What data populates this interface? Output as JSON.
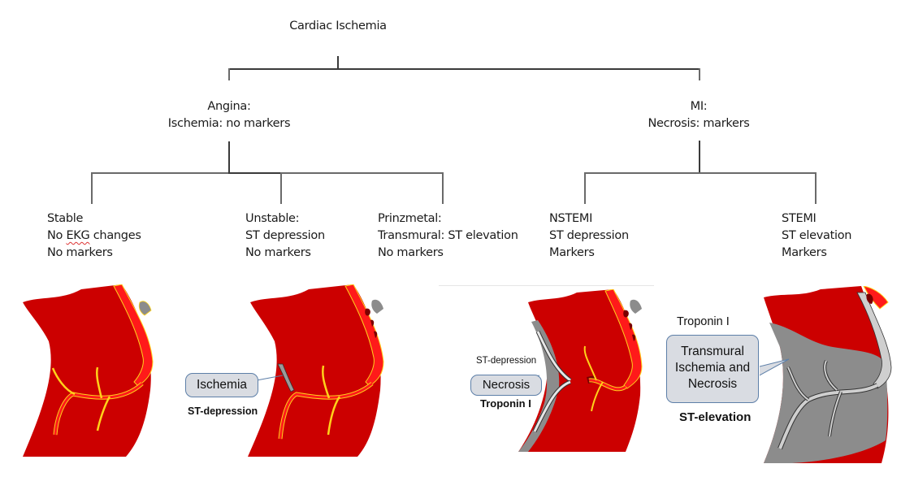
{
  "title": "Cardiac Ischemia",
  "branches": {
    "angina": {
      "lines": [
        "Angina:",
        "Ischemia: no markers"
      ]
    },
    "mi": {
      "lines": [
        "MI:",
        "Necrosis: markers"
      ]
    }
  },
  "leaves": [
    {
      "id": "stable",
      "lines": [
        "Stable",
        "No EKG changes",
        "No markers"
      ],
      "spellcheck_word": "EKG"
    },
    {
      "id": "unstable",
      "lines": [
        "Unstable:",
        "ST depression",
        "No markers"
      ]
    },
    {
      "id": "prinzmetal",
      "lines": [
        "Prinzmetal:",
        "Transmural: ST elevation",
        "No markers"
      ]
    },
    {
      "id": "nstemi",
      "lines": [
        "NSTEMI",
        "ST depression",
        "Markers"
      ]
    },
    {
      "id": "stemi",
      "lines": [
        "STEMI",
        "ST elevation",
        "Markers"
      ]
    }
  ],
  "illustrations": {
    "unstable": {
      "callout": "Ischemia",
      "caption": "ST-depression"
    },
    "nstemi": {
      "top_label": "ST-depression",
      "callout": "Necrosis",
      "caption": "Troponin I"
    },
    "stemi": {
      "top_label": "Troponin I",
      "callout_lines": [
        "Transmural",
        "Ischemia and",
        "Necrosis"
      ],
      "caption": "ST-elevation"
    }
  },
  "colors": {
    "myocardium": "#cc0000",
    "artery": "#ff1a1a",
    "artery_outline": "#ffd21a",
    "ischemic_gray": "#8c8c8c",
    "vessel_gray": "#cfcfcf",
    "plaque_dark": "#7a0000",
    "callout_fill": "#d9dce2",
    "callout_border": "#5d7fa8"
  }
}
